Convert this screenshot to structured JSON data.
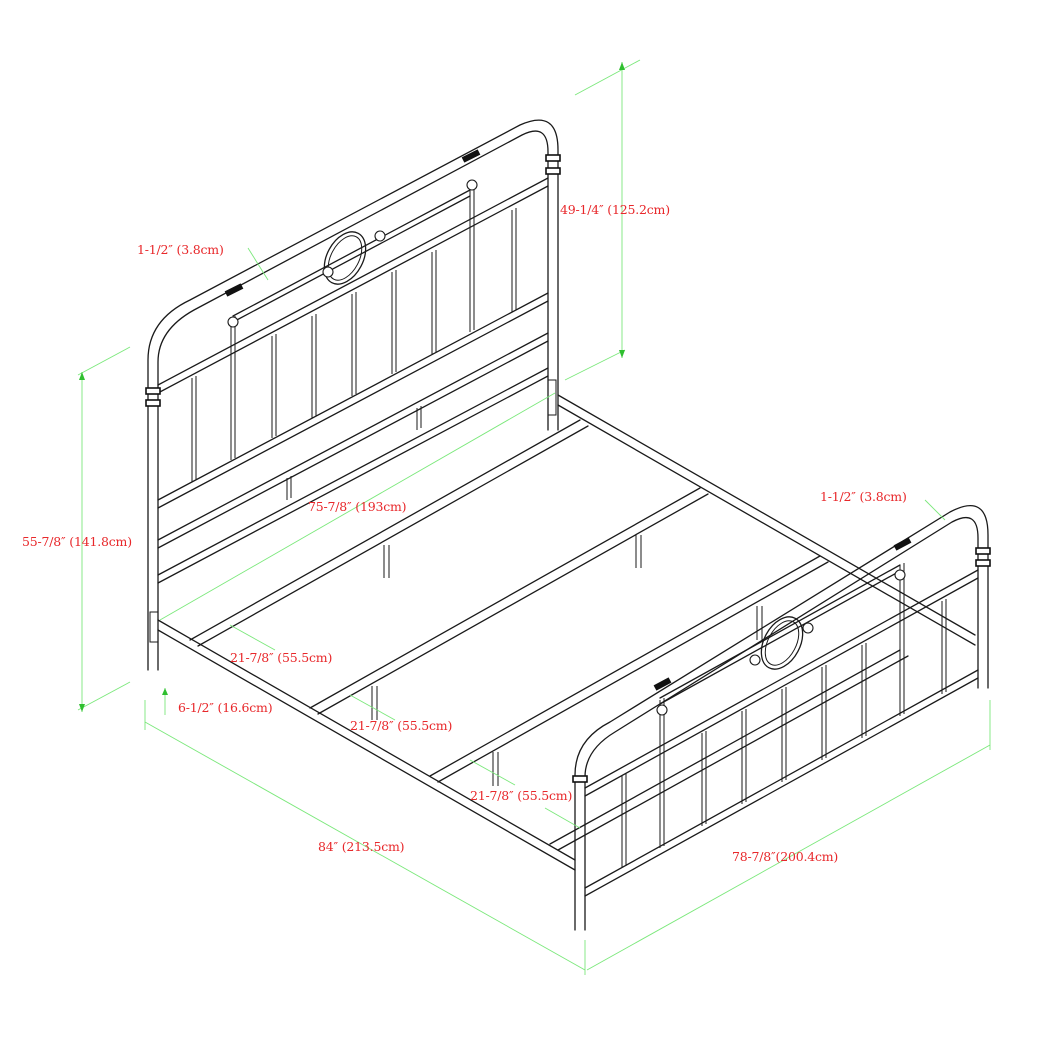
{
  "diagram": {
    "subject": "Metal bed frame with headboard and footboard — dimension drawing",
    "colors": {
      "line": "#1a1a1a",
      "dimension_line": "#7be87b",
      "dimension_text": "#e8282b",
      "background": "#ffffff"
    },
    "dimensions": {
      "headboard_tube": "1-1/2″ (3.8cm)",
      "headboard_height": "49-1/4″ (125.2cm)",
      "overall_height": "55-7/8″ (141.8cm)",
      "inner_length": "75-7/8″ (193cm)",
      "footboard_tube": "1-1/2″ (3.8cm)",
      "slat_spacing_1": "21-7/8″ (55.5cm)",
      "under_bed_clearance": "6-1/2″ (16.6cm)",
      "slat_spacing_2": "21-7/8″ (55.5cm)",
      "slat_spacing_3": "21-7/8″ (55.5cm)",
      "overall_length": "84″ (213.5cm)",
      "overall_width": "78-7/8″(200.4cm)"
    }
  }
}
